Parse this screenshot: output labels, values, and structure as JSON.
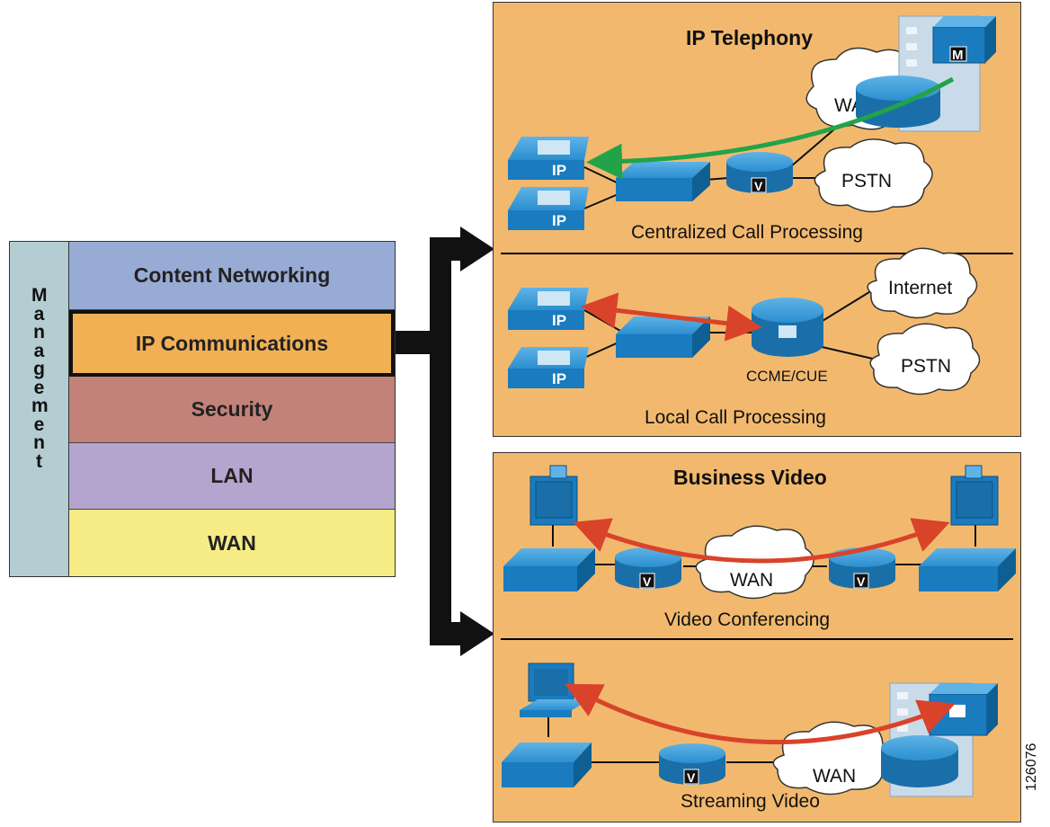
{
  "stack": {
    "side_label": "Management",
    "layers": [
      {
        "label": "Content Networking",
        "color": "#98abd4"
      },
      {
        "label": "IP Communications",
        "color": "#f2b055",
        "highlighted": true
      },
      {
        "label": "Security",
        "color": "#c2827a"
      },
      {
        "label": "LAN",
        "color": "#b3a5cd"
      },
      {
        "label": "WAN",
        "color": "#f5ec86"
      }
    ]
  },
  "ip_telephony": {
    "title": "IP Telephony",
    "centralized": {
      "caption": "Centralized Call Processing",
      "wan_cloud": "WAN",
      "pstn_cloud": "PSTN",
      "phone_label": "IP",
      "router_badge": "V",
      "server_badge": "M"
    },
    "local": {
      "caption": "Local Call Processing",
      "internet_cloud": "Internet",
      "pstn_cloud": "PSTN",
      "router_label": "CCME/CUE",
      "phone_label": "IP"
    }
  },
  "business_video": {
    "title": "Business Video",
    "conferencing": {
      "caption": "Video Conferencing",
      "wan_cloud": "WAN",
      "router_badge": "V"
    },
    "streaming": {
      "caption": "Streaming Video",
      "wan_cloud": "WAN",
      "router_badge": "V"
    }
  },
  "figure_id": "126076",
  "colors": {
    "panel": "#f2b96e",
    "device_blue": "#1a7bbf",
    "arrow_red": "#d9432a",
    "arrow_green": "#22a34a"
  }
}
